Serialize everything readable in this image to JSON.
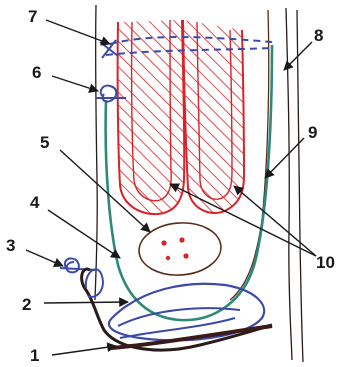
{
  "labels": [
    "1",
    "2",
    "3",
    "4",
    "5",
    "6",
    "7",
    "8",
    "9",
    "10"
  ],
  "colors": {
    "red": "#d8232a",
    "green": "#2e8a78",
    "blue": "#3b4aa8",
    "dark": "#2a1a1a",
    "brown": "#5a2a1a"
  }
}
